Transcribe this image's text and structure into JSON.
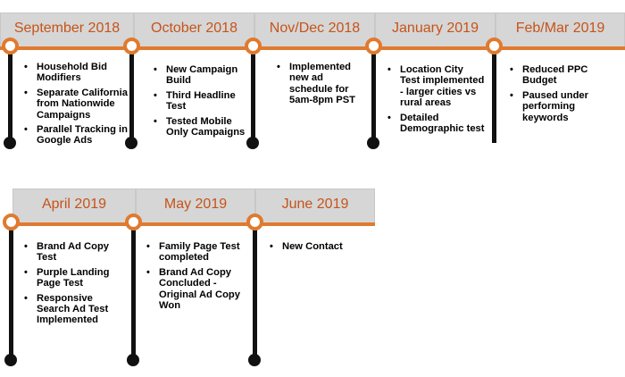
{
  "timeline": {
    "rows": [
      {
        "periods": [
          {
            "label": "September 2018",
            "items": [
              "Household Bid Modifiers",
              "Separate California from Nationwide Campaigns",
              "Parallel Tracking in Google Ads"
            ]
          },
          {
            "label": "October 2018",
            "items": [
              "New Campaign Build",
              "Third Headline Test",
              "Tested Mobile Only Campaigns"
            ]
          },
          {
            "label": "Nov/Dec 2018",
            "items": [
              "Implemented new ad schedule for 5am-8pm PST"
            ]
          },
          {
            "label": "January 2019",
            "items": [
              "Location City Test implemented - larger cities vs rural areas",
              "Detailed Demographic test"
            ]
          },
          {
            "label": "Feb/Mar 2019",
            "items": [
              "Reduced PPC Budget",
              "Paused under performing keywords"
            ]
          }
        ]
      },
      {
        "periods": [
          {
            "label": "April 2019",
            "items": [
              "Brand Ad Copy Test",
              "Purple Landing Page Test",
              "Responsive Search Ad Test Implemented"
            ]
          },
          {
            "label": "May 2019",
            "items": [
              "Family Page Test completed",
              "Brand Ad Copy Concluded - Original Ad Copy Won"
            ]
          },
          {
            "label": "June 2019",
            "items": [
              "New Contact"
            ]
          }
        ]
      }
    ]
  },
  "colors": {
    "accent": "#e07a2e",
    "header_text": "#c5541a",
    "header_bg": "#d6d6d6",
    "stem": "#111111"
  }
}
